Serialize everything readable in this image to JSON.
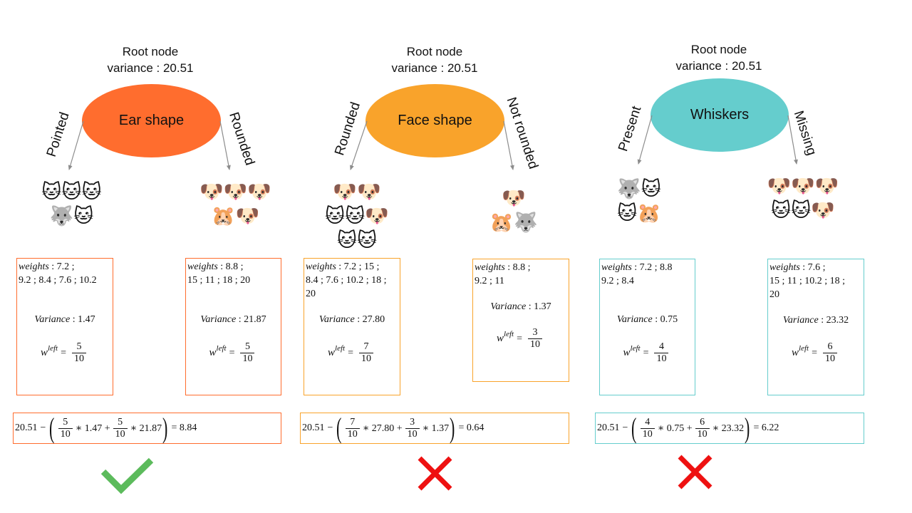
{
  "colors": {
    "orange_red": "#FF6D2E",
    "orange": "#F9A32B",
    "teal": "#65CDCD",
    "check_green": "#5CBB5C",
    "cross_red": "#EE1111",
    "arrow_grey": "#8C8C8C"
  },
  "splits": [
    {
      "root_title": "Root node",
      "root_variance": "variance : 20.51",
      "feature": "Ear shape",
      "left_branch": "Pointed",
      "right_branch": "Rounded",
      "left_animals_row1": "🐱🐱🐱",
      "left_animals_row2": "🐺🐱",
      "right_animals_row1": "🐶🐶🐶",
      "right_animals_row2": "🐹🐶",
      "left_box": {
        "weights_label": "weights",
        "weights_line1": " : 7.2 ;",
        "weights_line2": "9.2 ; 8.4 ; 7.6 ; 10.2",
        "variance_label": "Variance",
        "variance_value": " : 1.47",
        "w_letter": "w",
        "w_sup": "left",
        "frac_num": "5",
        "frac_den": "10"
      },
      "right_box": {
        "weights_label": "weights",
        "weights_line1": " : 8.8 ;",
        "weights_line2": "15 ; 11 ; 18 ; 20",
        "variance_label": "Variance",
        "variance_value": " : 21.87",
        "w_letter": "w",
        "w_sup": "left",
        "frac_num": "5",
        "frac_den": "10"
      },
      "formula": {
        "start": "20.51",
        "minus": "−",
        "f1_num": "5",
        "f1_den": "10",
        "v1": "∗ 1.47 +",
        "f2_num": "5",
        "f2_den": "10",
        "v2": "∗ 21.87",
        "result": "= 8.84"
      },
      "verdict": "check"
    },
    {
      "root_title": "Root node",
      "root_variance": "variance : 20.51",
      "feature": "Face shape",
      "left_branch": "Rounded",
      "right_branch": "Not rounded",
      "left_animals_row1": "🐶🐶",
      "left_animals_row2": "🐱🐱🐶",
      "left_animals_row3": "🐱🐱",
      "right_animals_row1": "🐶",
      "right_animals_row2": "🐹🐺",
      "left_box": {
        "weights_label": "weights",
        "weights_line1": " : 7.2 ; 15 ;",
        "weights_line2": "8.4 ; 7.6 ; 10.2 ; 18 ;",
        "weights_line3": "20",
        "variance_label": "Variance",
        "variance_value": " : 27.80",
        "w_letter": "w",
        "w_sup": "left",
        "frac_num": "7",
        "frac_den": "10"
      },
      "right_box": {
        "weights_label": "weights",
        "weights_line1": " : 8.8 ;",
        "weights_line2": "9.2 ; 11",
        "variance_label": "Variance",
        "variance_value": " : 1.37",
        "w_letter": "w",
        "w_sup": "left",
        "frac_num": "3",
        "frac_den": "10"
      },
      "formula": {
        "start": "20.51",
        "minus": "−",
        "f1_num": "7",
        "f1_den": "10",
        "v1": "∗ 27.80 +",
        "f2_num": "3",
        "f2_den": "10",
        "v2": "∗ 1.37",
        "result": "= 0.64"
      },
      "verdict": "cross"
    },
    {
      "root_title": "Root node",
      "root_variance": "variance : 20.51",
      "feature": "Whiskers",
      "left_branch": "Present",
      "right_branch": "Missing",
      "left_animals_row1": "🐺🐱",
      "left_animals_row2": "🐱🐹",
      "right_animals_row1": "🐶🐶🐶",
      "right_animals_row2": "🐱🐱🐶",
      "left_box": {
        "weights_label": "weights",
        "weights_line1": " : 7.2 ; 8.8",
        "weights_line2": "9.2 ; 8.4",
        "variance_label": "Variance",
        "variance_value": " : 0.75",
        "w_letter": "w",
        "w_sup": "left",
        "frac_num": "4",
        "frac_den": "10"
      },
      "right_box": {
        "weights_label": "weights",
        "weights_line1": " : 7.6 ;",
        "weights_line2": "15 ; 11 ; 10.2 ; 18 ;",
        "weights_line3": "20",
        "variance_label": "Variance",
        "variance_value": " : 23.32",
        "w_letter": "w",
        "w_sup": "left",
        "frac_num": "6",
        "frac_den": "10"
      },
      "formula": {
        "start": "20.51",
        "minus": "−",
        "f1_num": "4",
        "f1_den": "10",
        "v1": "∗ 0.75 +",
        "f2_num": "6",
        "f2_den": "10",
        "v2": "∗ 23.32",
        "result": "= 6.22"
      },
      "verdict": "cross"
    }
  ]
}
